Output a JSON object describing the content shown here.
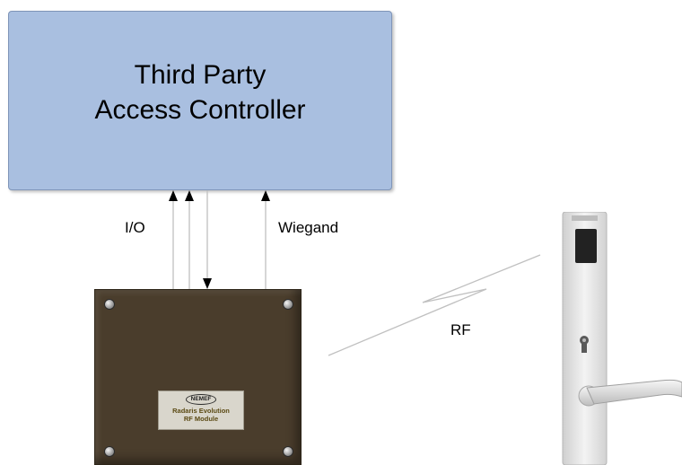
{
  "controller": {
    "title_line1": "Third Party",
    "title_line2": "Access Controller"
  },
  "connections": {
    "io_label": "I/O",
    "wiegand_label": "Wiegand",
    "rf_label": "RF"
  },
  "module": {
    "logo": "NEMEF",
    "line1": "Radaris Evolution",
    "line2": "RF Module"
  },
  "colors": {
    "controller_fill": "#a9bfe0",
    "module_fill": "#4a3d2c",
    "lock_plate": "#e8e8e8",
    "line": "#c0c0c0"
  }
}
